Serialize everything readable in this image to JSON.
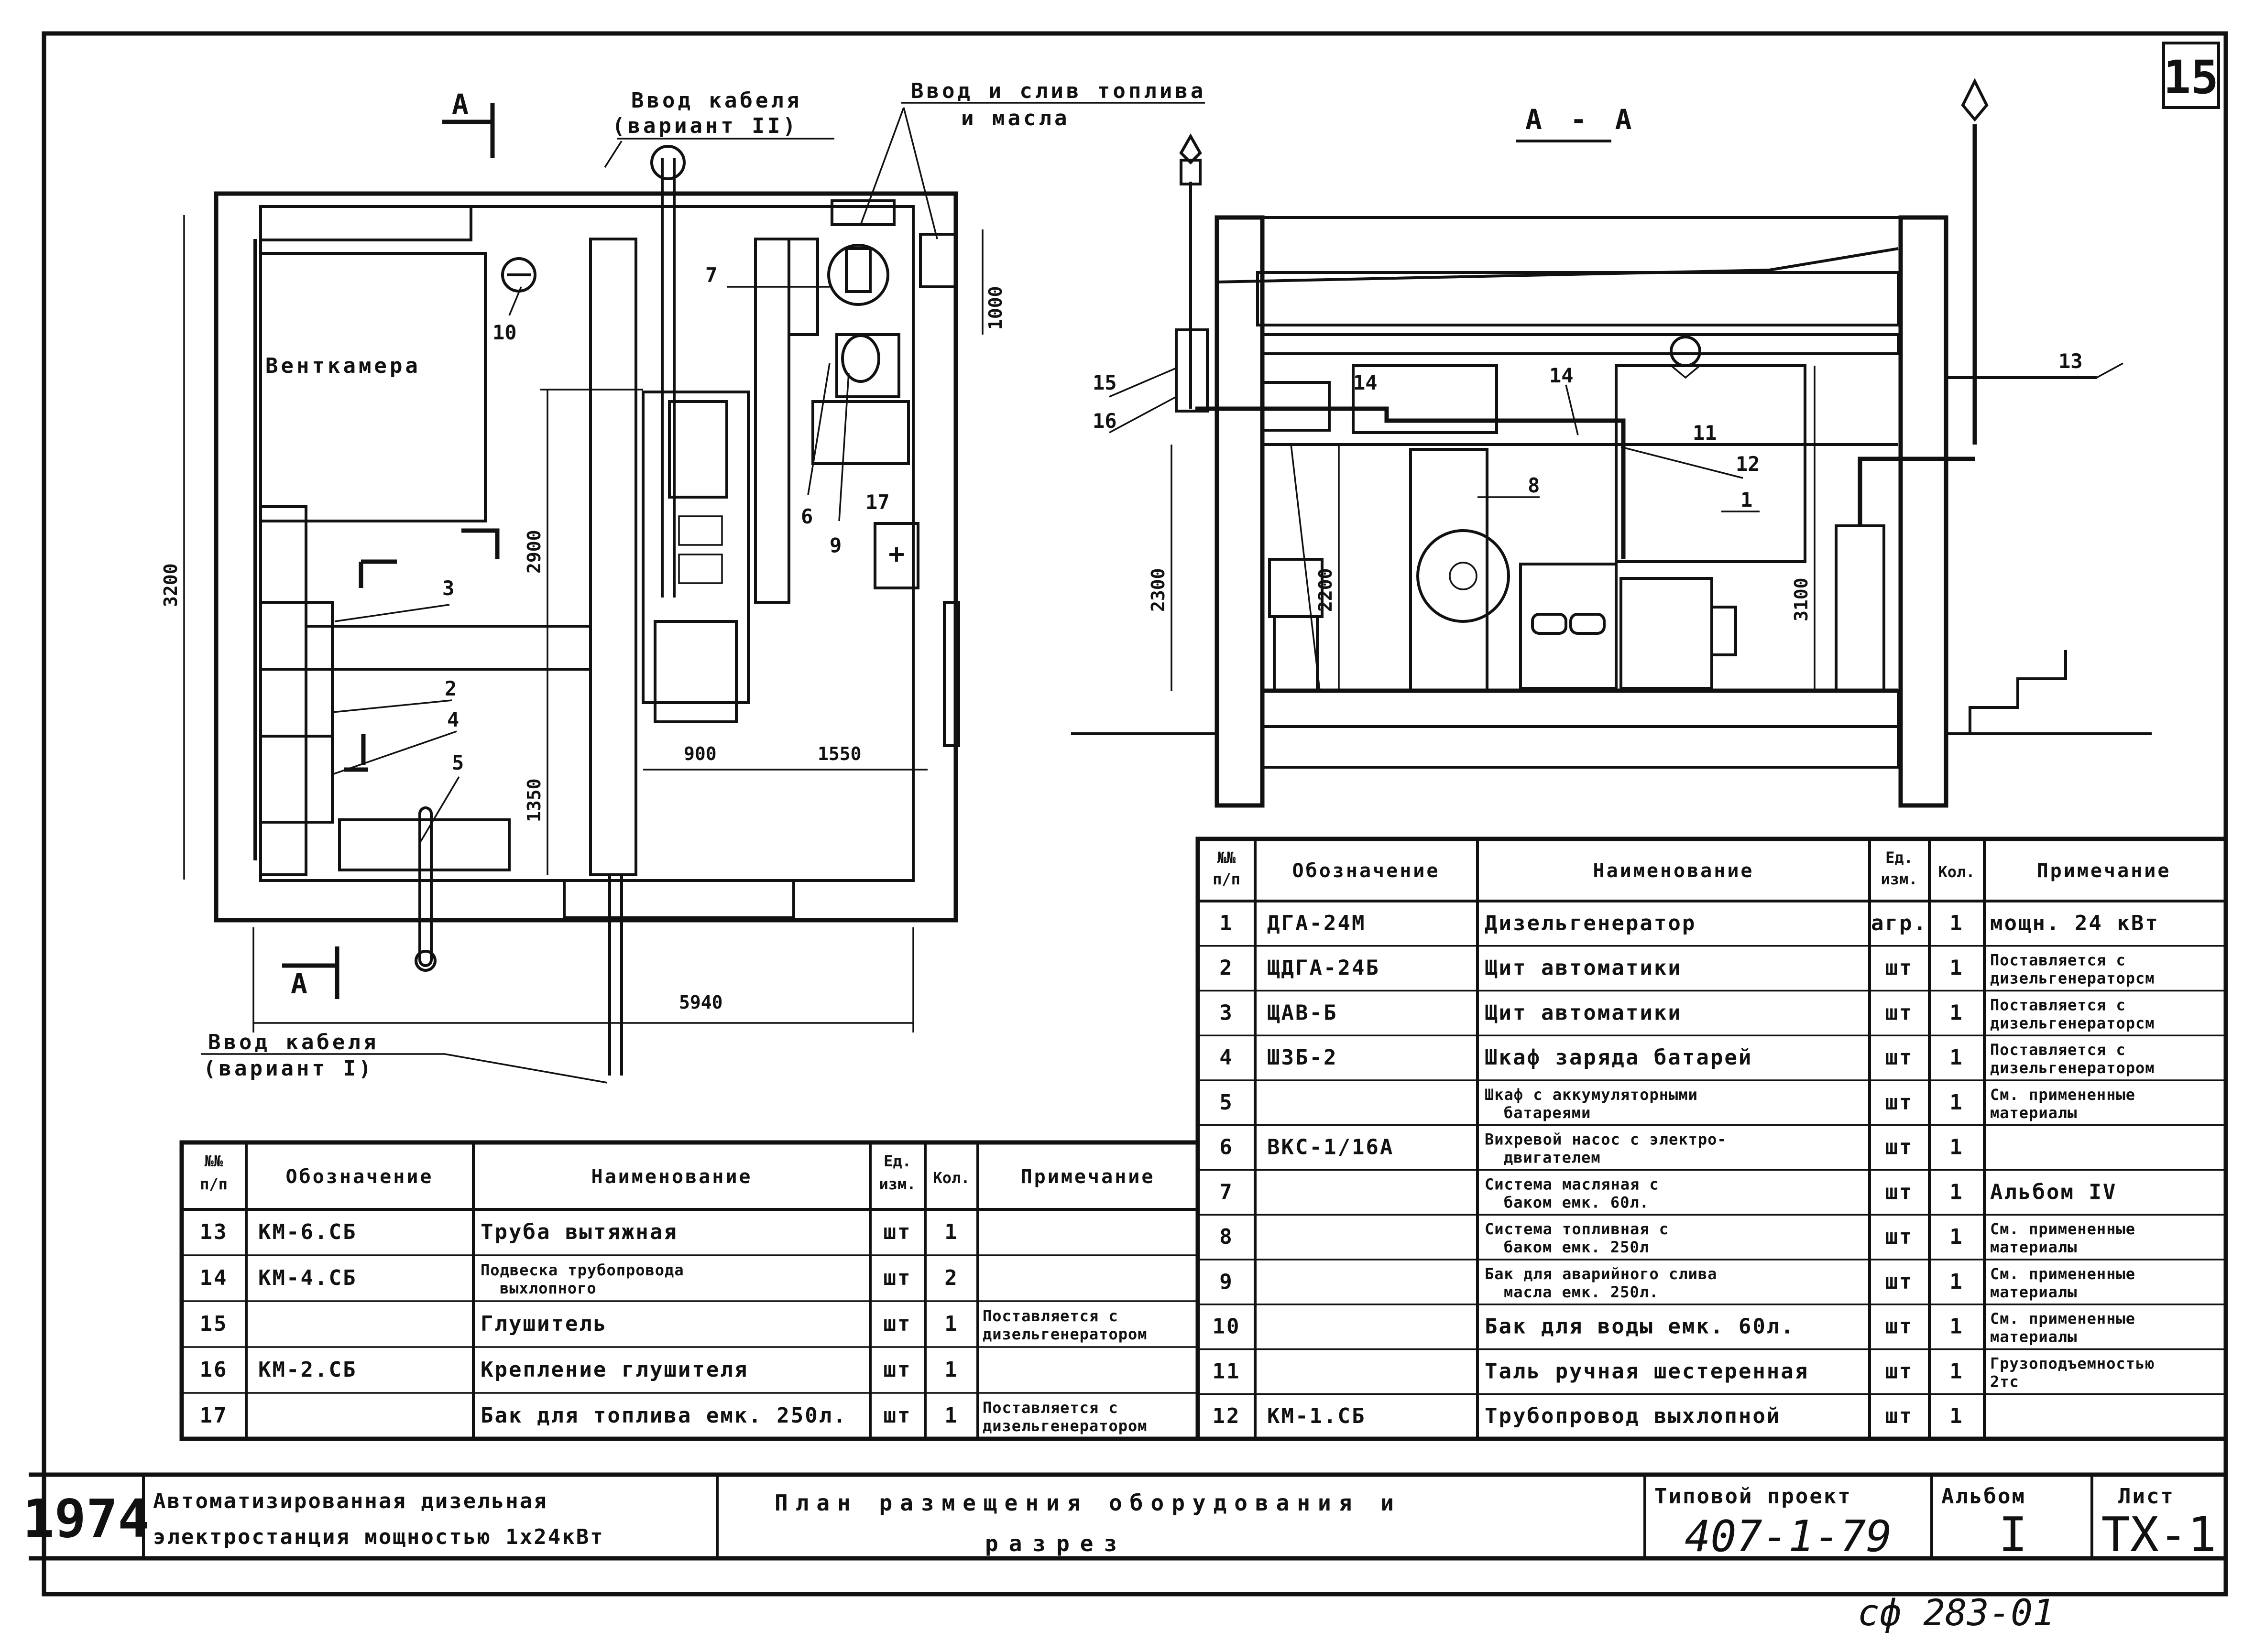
{
  "sheet": {
    "sheet_no": "15",
    "section_title": "А - А",
    "section_mark": "А",
    "tb": {
      "year": "1974",
      "object_line1": "Автоматизированная дизельная",
      "object_line2": "электростанция мощностью 1х24кВт",
      "drawing_line1": "План размещения оборудования и",
      "drawing_line2": "разрез",
      "project_label": "Типовой проект",
      "project_no": "407-1-79",
      "album_label": "Альбом",
      "album_no": "I",
      "sheet_label": "Лист",
      "sheet_code": "ТХ-1",
      "reg_no": "сф 283-01"
    }
  },
  "plan": {
    "room_label": "Венткамера",
    "callout_cable_top_1": "Ввод кабеля",
    "callout_cable_top_2": "(вариант II)",
    "callout_fuel_1": "Ввод и слив топлива",
    "callout_fuel_2": "и масла",
    "callout_cable_bottom_1": "Ввод кабеля",
    "callout_cable_bottom_2": "(вариант I)",
    "dims": {
      "d3200": "3200",
      "d2900": "2900",
      "d1350": "1350",
      "d1000": "1000",
      "d900": "900",
      "d1550": "1550",
      "d5940": "5940"
    },
    "tags": {
      "t2": "2",
      "t3": "3",
      "t4": "4",
      "t5": "5",
      "t6": "6",
      "t7": "7",
      "t9": "9",
      "t10": "10",
      "t17": "17"
    }
  },
  "section": {
    "dims": {
      "d2300": "2300",
      "d2200": "2200",
      "d3100": "3100"
    },
    "tags": {
      "t1": "1",
      "t8": "8",
      "t11": "11",
      "t12": "12",
      "t13": "13",
      "t14a": "14",
      "t14b": "14",
      "t15": "15",
      "t16": "16"
    }
  },
  "table_headers": {
    "no_1": "№№",
    "no_2": "п/п",
    "designation": "Обозначение",
    "name": "Наименование",
    "unit_1": "Ед.",
    "unit_2": "изм.",
    "qty": "Кол.",
    "note": "Примечание"
  },
  "table_right": [
    {
      "no": "1",
      "code": "ДГА-24М",
      "name": "Дизельгенератор",
      "name2": "",
      "unit": "агр.",
      "qty": "1",
      "note": "мощн. 24 кВт",
      "note2": ""
    },
    {
      "no": "2",
      "code": "ЩДГА-24Б",
      "name": "Щит автоматики",
      "name2": "",
      "unit": "шт",
      "qty": "1",
      "note": "Поставляется с",
      "note2": "дизельгенераторсм"
    },
    {
      "no": "3",
      "code": "ЩАВ-Б",
      "name": "Щит автоматики",
      "name2": "",
      "unit": "шт",
      "qty": "1",
      "note": "Поставляется с",
      "note2": "дизельгенераторсм"
    },
    {
      "no": "4",
      "code": "ШЗБ-2",
      "name": "Шкаф заряда батарей",
      "name2": "",
      "unit": "шт",
      "qty": "1",
      "note": "Поставляется с",
      "note2": "дизельгенератором"
    },
    {
      "no": "5",
      "code": "",
      "name": "Шкаф с аккумуляторными",
      "name2": "батареями",
      "unit": "шт",
      "qty": "1",
      "note": "См. примененные",
      "note2": "материалы"
    },
    {
      "no": "6",
      "code": "ВКС-1/16А",
      "name": "Вихревой насос с электро-",
      "name2": "двигателем",
      "unit": "шт",
      "qty": "1",
      "note": "",
      "note2": ""
    },
    {
      "no": "7",
      "code": "",
      "name": "Система масляная с",
      "name2": "баком емк. 60л.",
      "unit": "шт",
      "qty": "1",
      "note": "Альбом IV",
      "note2": ""
    },
    {
      "no": "8",
      "code": "",
      "name": "Система топливная с",
      "name2": "баком емк. 250л",
      "unit": "шт",
      "qty": "1",
      "note": "См. примененные",
      "note2": "материалы"
    },
    {
      "no": "9",
      "code": "",
      "name": "Бак для аварийного слива",
      "name2": "масла емк. 250л.",
      "unit": "шт",
      "qty": "1",
      "note": "См. примененные",
      "note2": "материалы"
    },
    {
      "no": "10",
      "code": "",
      "name": "Бак для воды емк. 60л.",
      "name2": "",
      "unit": "шт",
      "qty": "1",
      "note": "См. примененные",
      "note2": "материалы"
    },
    {
      "no": "11",
      "code": "",
      "name": "Таль ручная шестеренная",
      "name2": "",
      "unit": "шт",
      "qty": "1",
      "note": "Грузоподъемностью",
      "note2": "2тс"
    },
    {
      "no": "12",
      "code": "КМ-1.СБ",
      "name": "Трубопровод выхлопной",
      "name2": "",
      "unit": "шт",
      "qty": "1",
      "note": "",
      "note2": ""
    }
  ],
  "table_left": [
    {
      "no": "13",
      "code": "КМ-6.СБ",
      "name": "Труба вытяжная",
      "name2": "",
      "unit": "шт",
      "qty": "1",
      "note": "",
      "note2": ""
    },
    {
      "no": "14",
      "code": "КМ-4.СБ",
      "name": "Подвеска трубопровода",
      "name2": "выхлопного",
      "unit": "шт",
      "qty": "2",
      "note": "",
      "note2": ""
    },
    {
      "no": "15",
      "code": "",
      "name": "Глушитель",
      "name2": "",
      "unit": "шт",
      "qty": "1",
      "note": "Поставляется с",
      "note2": "дизельгенератором"
    },
    {
      "no": "16",
      "code": "КМ-2.СБ",
      "name": "Крепление глушителя",
      "name2": "",
      "unit": "шт",
      "qty": "1",
      "note": "",
      "note2": ""
    },
    {
      "no": "17",
      "code": "",
      "name": "Бак для топлива емк. 250л.",
      "name2": "",
      "unit": "шт",
      "qty": "1",
      "note": "Поставляется с",
      "note2": "дизельгенератором"
    }
  ]
}
